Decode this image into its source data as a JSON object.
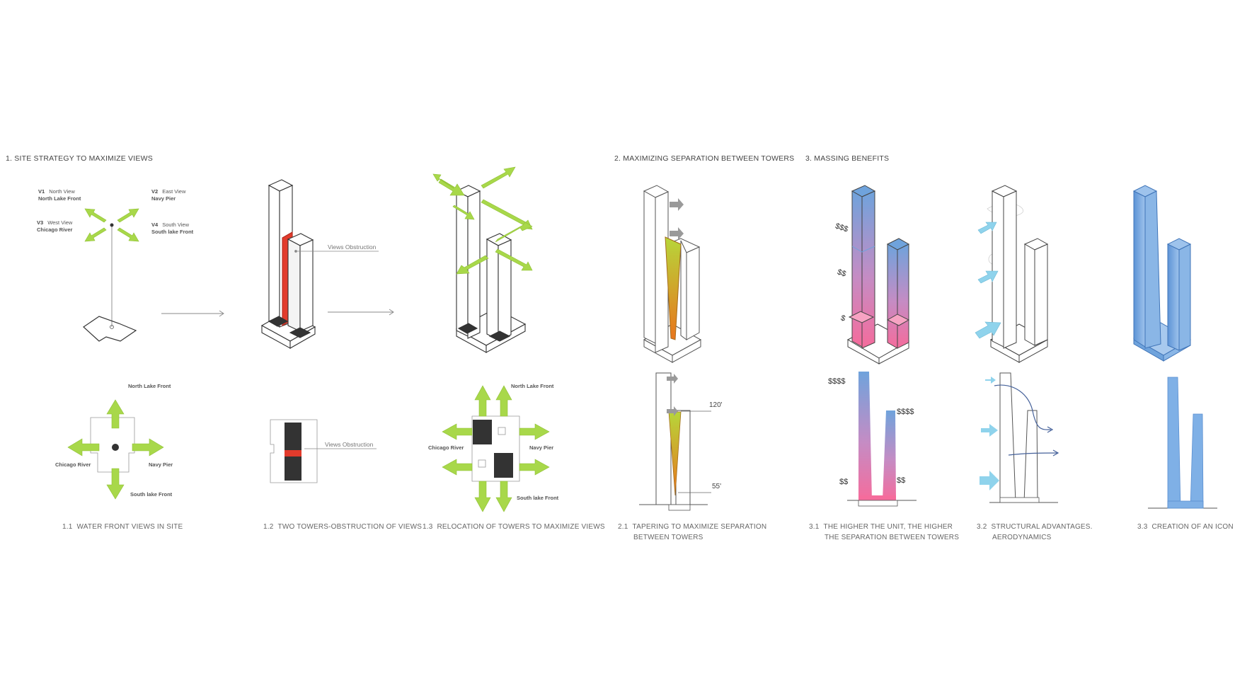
{
  "sections": {
    "s1": "1. SITE STRATEGY TO MAXIMIZE VIEWS",
    "s2": "2. MAXIMIZING SEPARATION BETWEEN TOWERS",
    "s3": "3. MASSING BENEFITS"
  },
  "views": {
    "v1": {
      "code": "V1",
      "name": "North View",
      "place": "North Lake Front"
    },
    "v2": {
      "code": "V2",
      "name": "East View",
      "place": "Navy Pier"
    },
    "v3": {
      "code": "V3",
      "name": "West View",
      "place": "Chicago River"
    },
    "v4": {
      "code": "V4",
      "name": "South View",
      "place": "South lake Front"
    }
  },
  "plan_labels": {
    "north": "North Lake Front",
    "west": "Chicago River",
    "east": "Navy Pier",
    "south": "South lake Front"
  },
  "notes": {
    "obstruction": "Views Obstruction",
    "obstruction_plan": "Views Obstruction"
  },
  "money": {
    "iso_high": "$$$",
    "iso_mid": "$$",
    "iso_low": "$",
    "elev_tall_top": "$$$$",
    "elev_short_top": "$$$$",
    "elev_tall_base": "$$",
    "elev_short_base": "$$"
  },
  "angles": {
    "top": "120'",
    "bottom": "55'"
  },
  "captions": {
    "c11": {
      "num": "1.1",
      "text": "WATER FRONT VIEWS IN SITE"
    },
    "c12": {
      "num": "1.2",
      "text": "TWO TOWERS-OBSTRUCTION OF VIEWS"
    },
    "c13": {
      "num": "1.3",
      "text": "RELOCATION OF TOWERS TO MAXIMIZE VIEWS"
    },
    "c21": {
      "num": "2.1",
      "text": "TAPERING TO MAXIMIZE SEPARATION",
      "text2": "BETWEEN TOWERS"
    },
    "c31": {
      "num": "3.1",
      "text": "THE HIGHER THE UNIT, THE HIGHER",
      "text2": "THE SEPARATION BETWEEN TOWERS"
    },
    "c32": {
      "num": "3.2",
      "text": "STRUCTURAL ADVANTAGES.",
      "text2": "AERODYNAMICS"
    },
    "c33": {
      "num": "3.3",
      "text": "CREATION OF AN ICON"
    }
  },
  "colors": {
    "arrow_green": "#a8d84a",
    "obstruction_red": "#e23b2c",
    "tower_blue": "#6fa3dc",
    "tower_pink": "#f07aa8",
    "taper_green": "#b7d63a",
    "taper_orange": "#e98a1c",
    "wind_arrow": "#8fd3ec",
    "dark_block": "#333333"
  },
  "icons": [
    "view-arrow-icon",
    "process-arrow-icon",
    "wind-arrow-icon"
  ]
}
